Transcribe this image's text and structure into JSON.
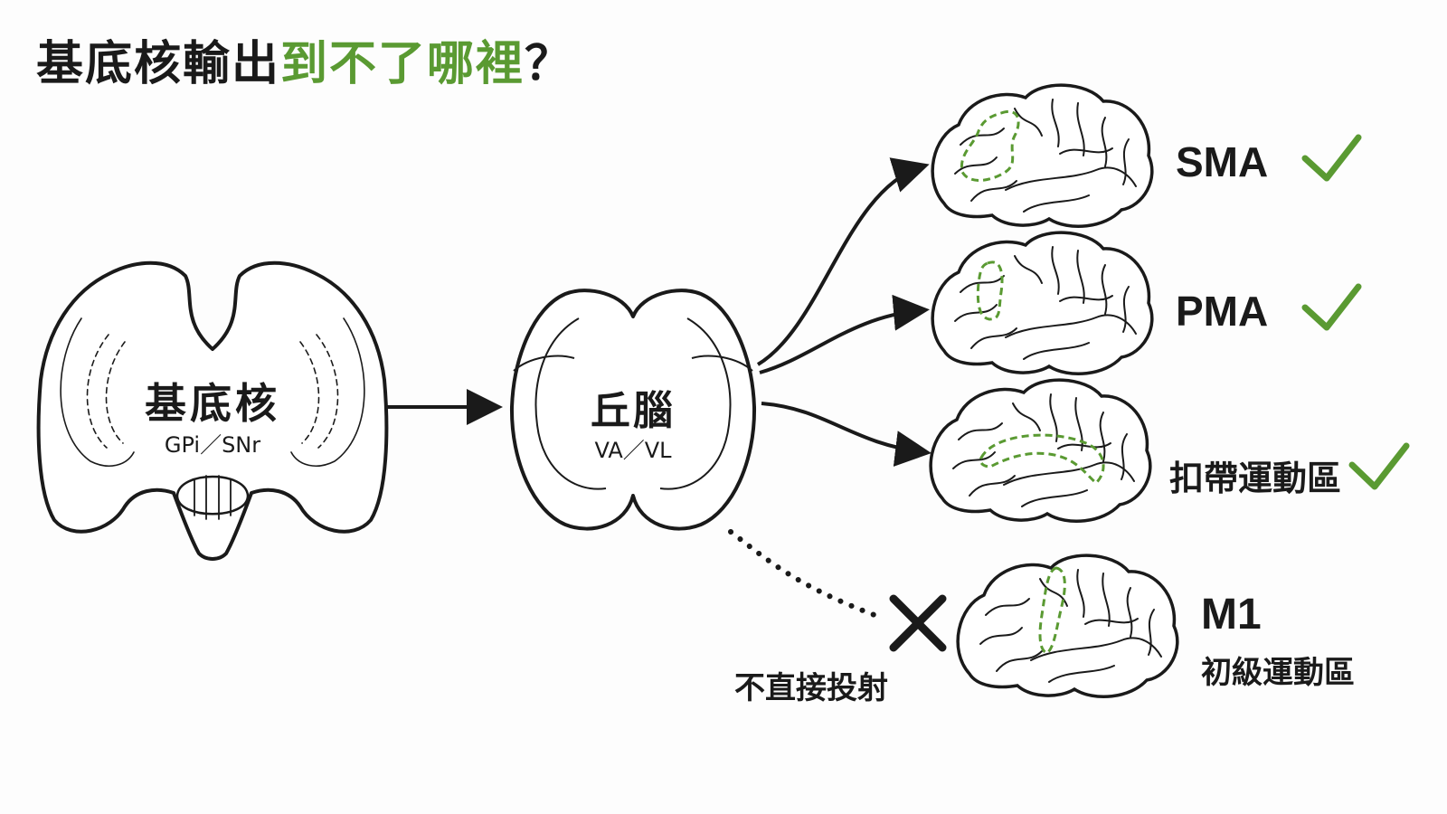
{
  "title": {
    "part1": "基底核輸出",
    "part2": "到不了哪裡",
    "part3": "？"
  },
  "colors": {
    "ink": "#1a1a1a",
    "accent": "#5a9a32"
  },
  "source": {
    "label": "基底核",
    "sublabel": "GPi／SNr",
    "icon": "brain-coronal-section-icon"
  },
  "relay": {
    "label": "丘腦",
    "sublabel": "VA／VL",
    "icon": "thalamus-icon"
  },
  "targets": [
    {
      "label": "SMA",
      "status": "check-icon",
      "reachable": true
    },
    {
      "label": "PMA",
      "status": "check-icon",
      "reachable": true
    },
    {
      "label": "扣帶運動區",
      "status": "check-icon",
      "reachable": true
    },
    {
      "label": "M1",
      "sublabel": "初級運動區",
      "status": "cross-icon",
      "reachable": false
    }
  ],
  "blocked_note": "不直接投射"
}
